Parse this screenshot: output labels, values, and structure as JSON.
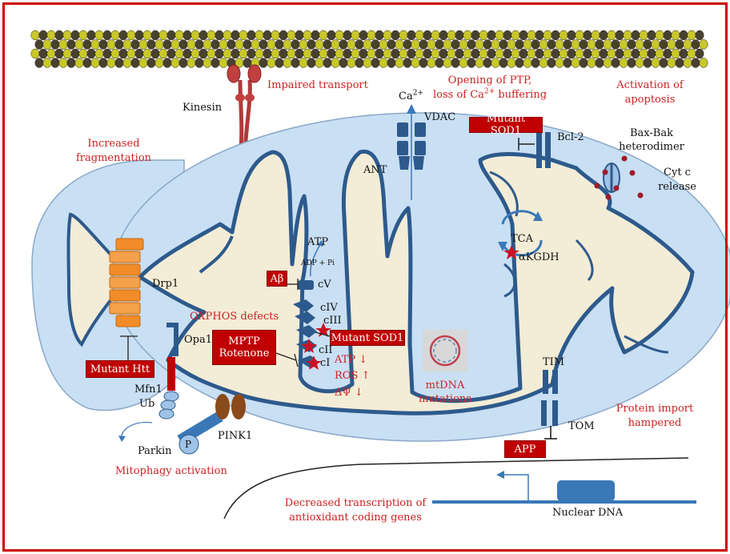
{
  "colors": {
    "frame": "#cc0000",
    "label_red": "#cc2222",
    "box_red": "#c00000",
    "membrane_blue": "#2d5a8c",
    "matrix_cream": "#f3ecd6",
    "intermembrane": "#c9dff3",
    "drp1_orange": "#f28c28",
    "microtubule_yellow": "#c8c82a",
    "pink1_brown": "#8a4a1a"
  },
  "labels": {
    "impaired_transport": "Impaired transport",
    "kinesin": "Kinesin",
    "opening_ptp_1": "Opening of PTP,",
    "opening_ptp_2a": "loss of Ca",
    "opening_ptp_2sup": "2+",
    "opening_ptp_2b": " buffering",
    "activation_apoptosis_1": "Activation of",
    "activation_apoptosis_2": "apoptosis",
    "ca_base": "Ca",
    "ca_sup": "2+",
    "vdac": "VDAC",
    "ant": "ANT",
    "bcl2": "Bcl-2",
    "bax_bak_1": "Bax-Bak",
    "bax_bak_2": "heterodimer",
    "cytc_1": "Cyt c",
    "cytc_2": "release",
    "increased_frag_1": "Increased",
    "increased_frag_2": "fragmentation",
    "drp1": "Drp1",
    "atp_top": "ATP",
    "adp_pi": "ADP + Pi",
    "cv": "cV",
    "civ": "cIV",
    "ciii": "cIII",
    "cii": "cII",
    "ci": "cI",
    "oxphos_defects": "OXPHOS defects",
    "atp_down": "ATP ↓",
    "ros_up": "ROS ↑",
    "dpsi_down": "ΔΨ ↓",
    "tca": "TCA",
    "akgdh": "αKGDH",
    "mtdna_1": "mtDNA",
    "mtdna_2": "mutations",
    "tim": "TIM",
    "tom": "TOM",
    "protein_import_1": "Protein import",
    "protein_import_2": "hampered",
    "opa1": "Opa1",
    "mfn1": "Mfn1",
    "ub": "Ub",
    "parkin": "Parkin",
    "p": "P",
    "pink1": "PINK1",
    "mitophagy": "Mitophagy activation",
    "decreased_1": "Decreased transcription of",
    "decreased_2": "antioxidant coding genes",
    "nuclear_dna": "Nuclear DNA"
  },
  "boxes": {
    "mutant_sod1_top": "Mutant SOD1",
    "abeta": "Aβ",
    "mutant_sod1_mid": "Mutant SOD1",
    "mptp_1": "MPTP",
    "mptp_2": "Rotenone",
    "mutant_htt": "Mutant Htt",
    "app": "APP"
  }
}
